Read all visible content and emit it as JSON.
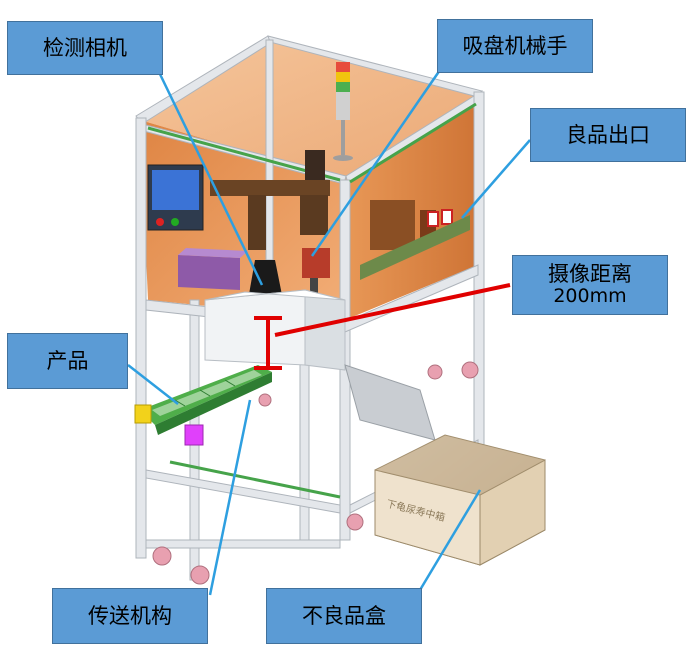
{
  "callouts": {
    "camera": "检测相机",
    "suction_arm": "吸盘机械手",
    "good_outlet": "良品出口",
    "distance_line1": "摄像距离",
    "distance_line2": "200mm",
    "product": "产品",
    "conveyor": "传送机构",
    "reject_box": "不良品盒"
  },
  "reject_box_text": "下龟尿寿中箱",
  "colors": {
    "callout_fill": "#5b9bd5",
    "leader_line": "#2e9fe0",
    "distance_marker": "#e00000",
    "enclosure": "#e07a2a",
    "frame": "#dfe3e8"
  }
}
